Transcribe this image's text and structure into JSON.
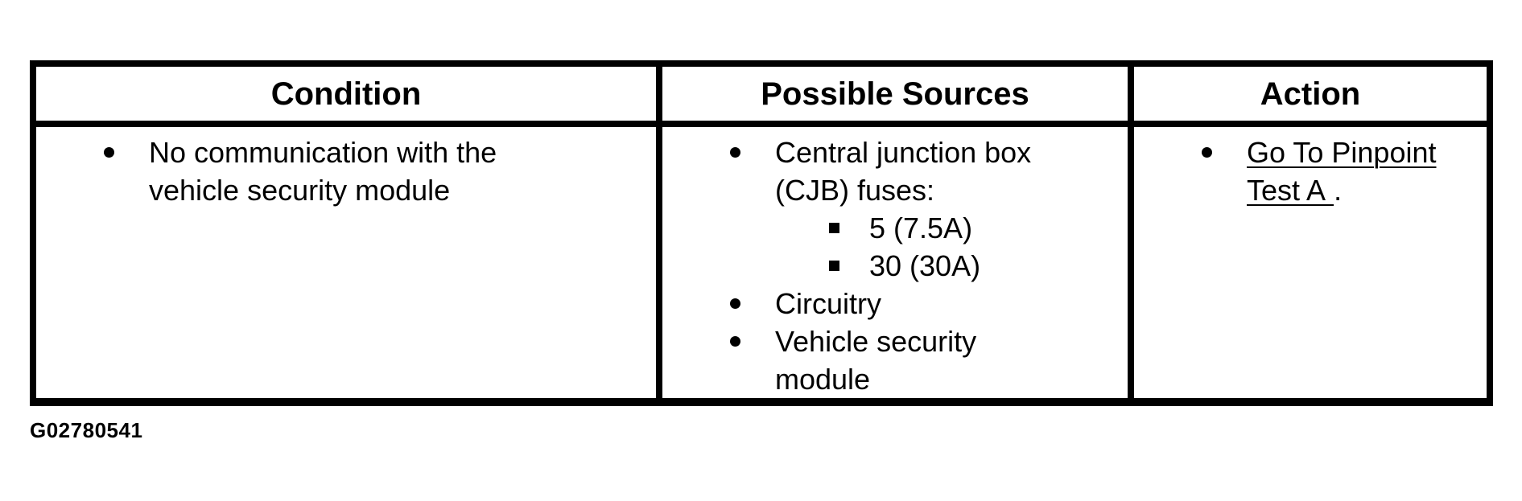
{
  "table": {
    "columns": [
      {
        "header": "Condition",
        "items": [
          {
            "text": "No communication with the\nvehicle security module"
          }
        ]
      },
      {
        "header": "Possible Sources",
        "items": [
          {
            "text": "Central junction box\n(CJB) fuses:"
          },
          {
            "text": "5 (7.5A)"
          },
          {
            "text": "30 (30A)"
          },
          {
            "text": "Circuitry"
          },
          {
            "text": "Vehicle security\nmodule"
          }
        ]
      },
      {
        "header": "Action",
        "items": [
          {
            "link_text": "Go To Pinpoint\nTest A ",
            "suffix": "."
          }
        ]
      }
    ],
    "text_color": "#000000",
    "border_color": "#000000"
  },
  "figure_id": "G02780541"
}
